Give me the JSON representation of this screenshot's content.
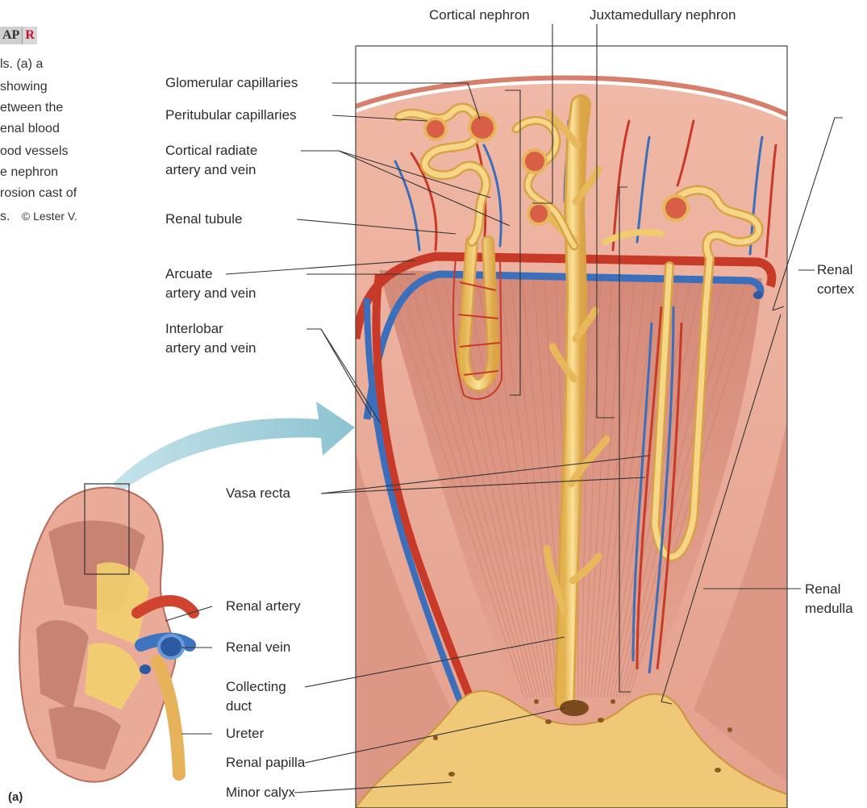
{
  "figure_caption": {
    "badge_left": "AP",
    "badge_right": "R",
    "lines": [
      "ls. (a) a",
      "showing",
      "etween the",
      "enal blood",
      "ood vessels",
      "e nephron",
      "rosion cast of"
    ],
    "last_line": "s.",
    "credit": "© Lester V."
  },
  "panel_label": "(a)",
  "labels": {
    "cortical_nephron": "Cortical nephron",
    "juxtamedullary_nephron": "Juxtamedullary nephron",
    "glomerular_capillaries": "Glomerular capillaries",
    "peritubular_capillaries": "Peritubular capillaries",
    "cortical_radiate_1": "Cortical radiate",
    "cortical_radiate_2": "artery and vein",
    "renal_tubule": "Renal tubule",
    "arcuate_1": "Arcuate",
    "arcuate_2": "artery and vein",
    "interlobar_1": "Interlobar",
    "interlobar_2": "artery and vein",
    "vasa_recta": "Vasa recta",
    "renal_artery": "Renal artery",
    "renal_vein": "Renal vein",
    "collecting_duct_1": "Collecting",
    "collecting_duct_2": "duct",
    "ureter": "Ureter",
    "renal_papilla": "Renal papilla",
    "minor_calyx": "Minor calyx",
    "renal_cortex_1": "Renal",
    "renal_cortex_2": "cortex",
    "renal_medulla_1": "Renal",
    "renal_medulla_2": "medulla"
  },
  "colors": {
    "tissue": "#e9aa98",
    "tissue_dark": "#d9907d",
    "artery": "#d0432e",
    "vein": "#3f74c0",
    "tubule": "#f1cc6e",
    "leader": "#333333"
  }
}
